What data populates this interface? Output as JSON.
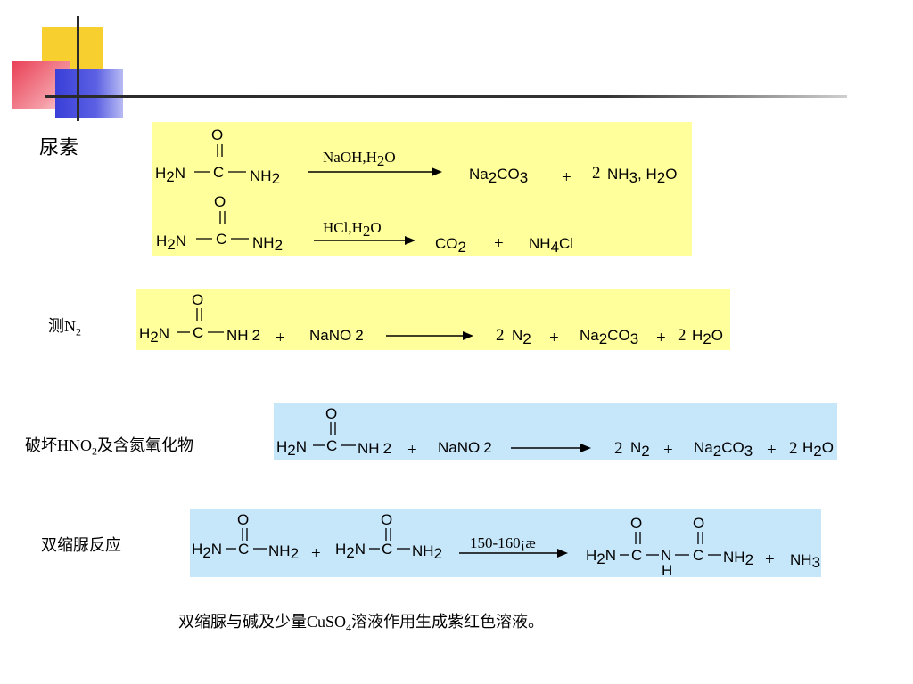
{
  "labels": {
    "urea": "尿素",
    "measure_prefix": "测N",
    "measure_sub": "2",
    "destroy_prefix": "破坏HNO",
    "destroy_sub": "2",
    "destroy_suffix": "及含氮氧化物",
    "biuret": "双缩脲反应",
    "note_prefix": "双缩脲与碱及少量CuSO",
    "note_sub": "4",
    "note_suffix": "溶液作用生成紫红色溶液。"
  },
  "reactions": {
    "r1_cond": "NaOH,H",
    "r1_cond_sub": "2",
    "r1_cond_end": "O",
    "r2_cond": "HCl,H",
    "r2_cond_sub": "2",
    "r2_cond_end": "O",
    "r5_cond": "150-160¡æ"
  },
  "colors": {
    "yellow_panel": "#ffff9c",
    "blue_panel": "#c6e6fa"
  }
}
